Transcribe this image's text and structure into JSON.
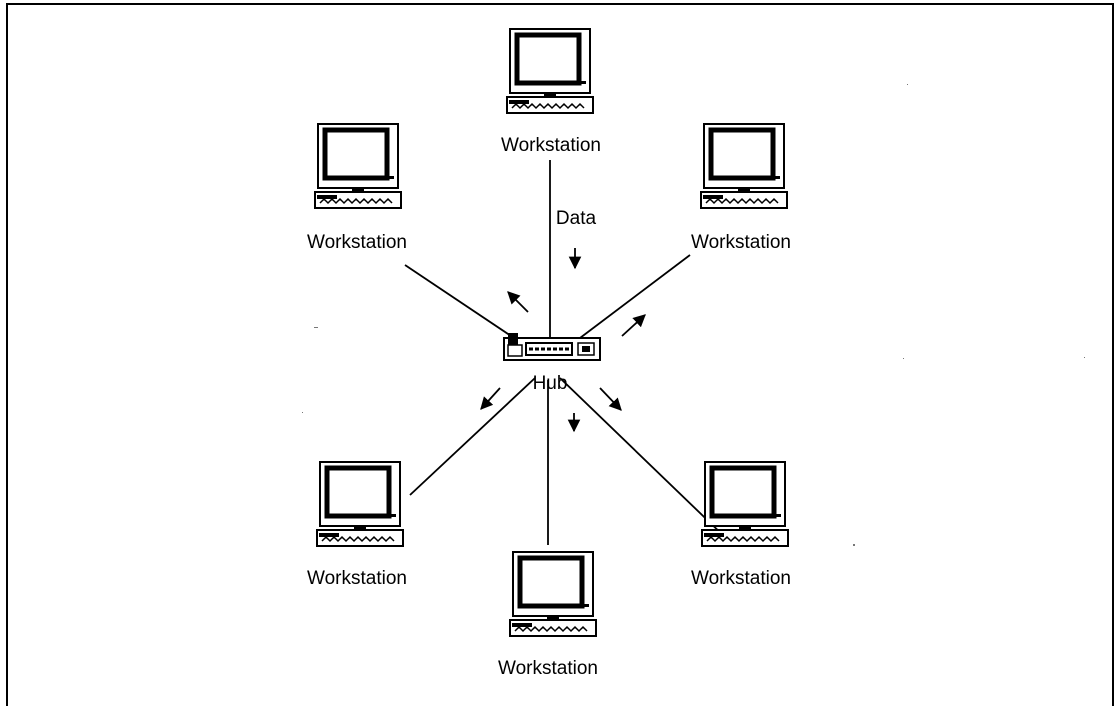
{
  "diagram": {
    "labels": {
      "hub": "Hub",
      "data": "Data",
      "ws_top": "Workstation",
      "ws_upper_left": "Workstation",
      "ws_upper_right": "Workstation",
      "ws_lower_left": "Workstation",
      "ws_bottom": "Workstation",
      "ws_lower_right": "Workstation"
    },
    "icons": {
      "workstation": "computer-monitor-keyboard-icon",
      "hub": "network-hub-icon",
      "arrow": "arrow-icon"
    },
    "colors": {
      "line": "#000000",
      "background": "#ffffff"
    }
  }
}
